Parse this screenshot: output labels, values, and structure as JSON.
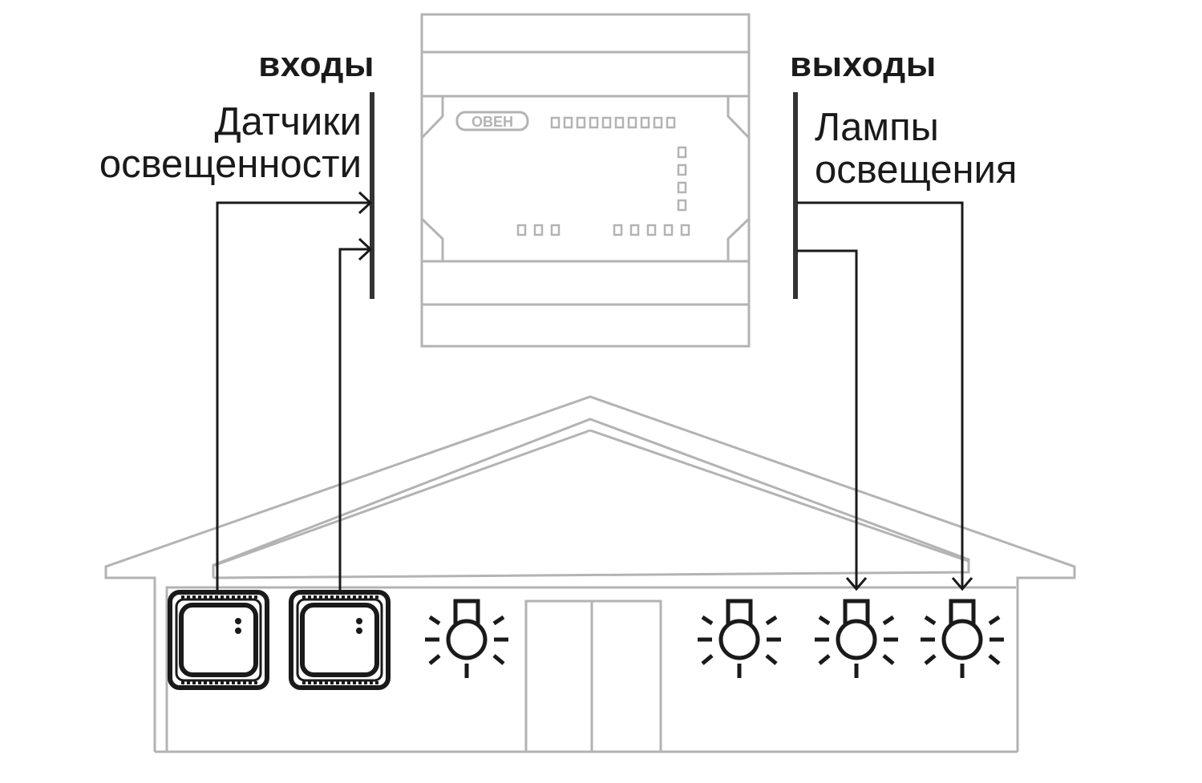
{
  "inputs": {
    "heading": "входы",
    "description_line1": "Датчики",
    "description_line2": "освещенности"
  },
  "outputs": {
    "heading": "выходы",
    "description_line1": "Лампы",
    "description_line2": "освещения"
  },
  "controller": {
    "brand": "ОВЕН"
  },
  "devices": {
    "sensors": [
      "light-sensor",
      "light-sensor"
    ],
    "lamps": [
      "lamp",
      "lamp",
      "lamp",
      "lamp"
    ]
  },
  "colors": {
    "line": "#1a1a1a",
    "outline": "#b3b3b3"
  }
}
